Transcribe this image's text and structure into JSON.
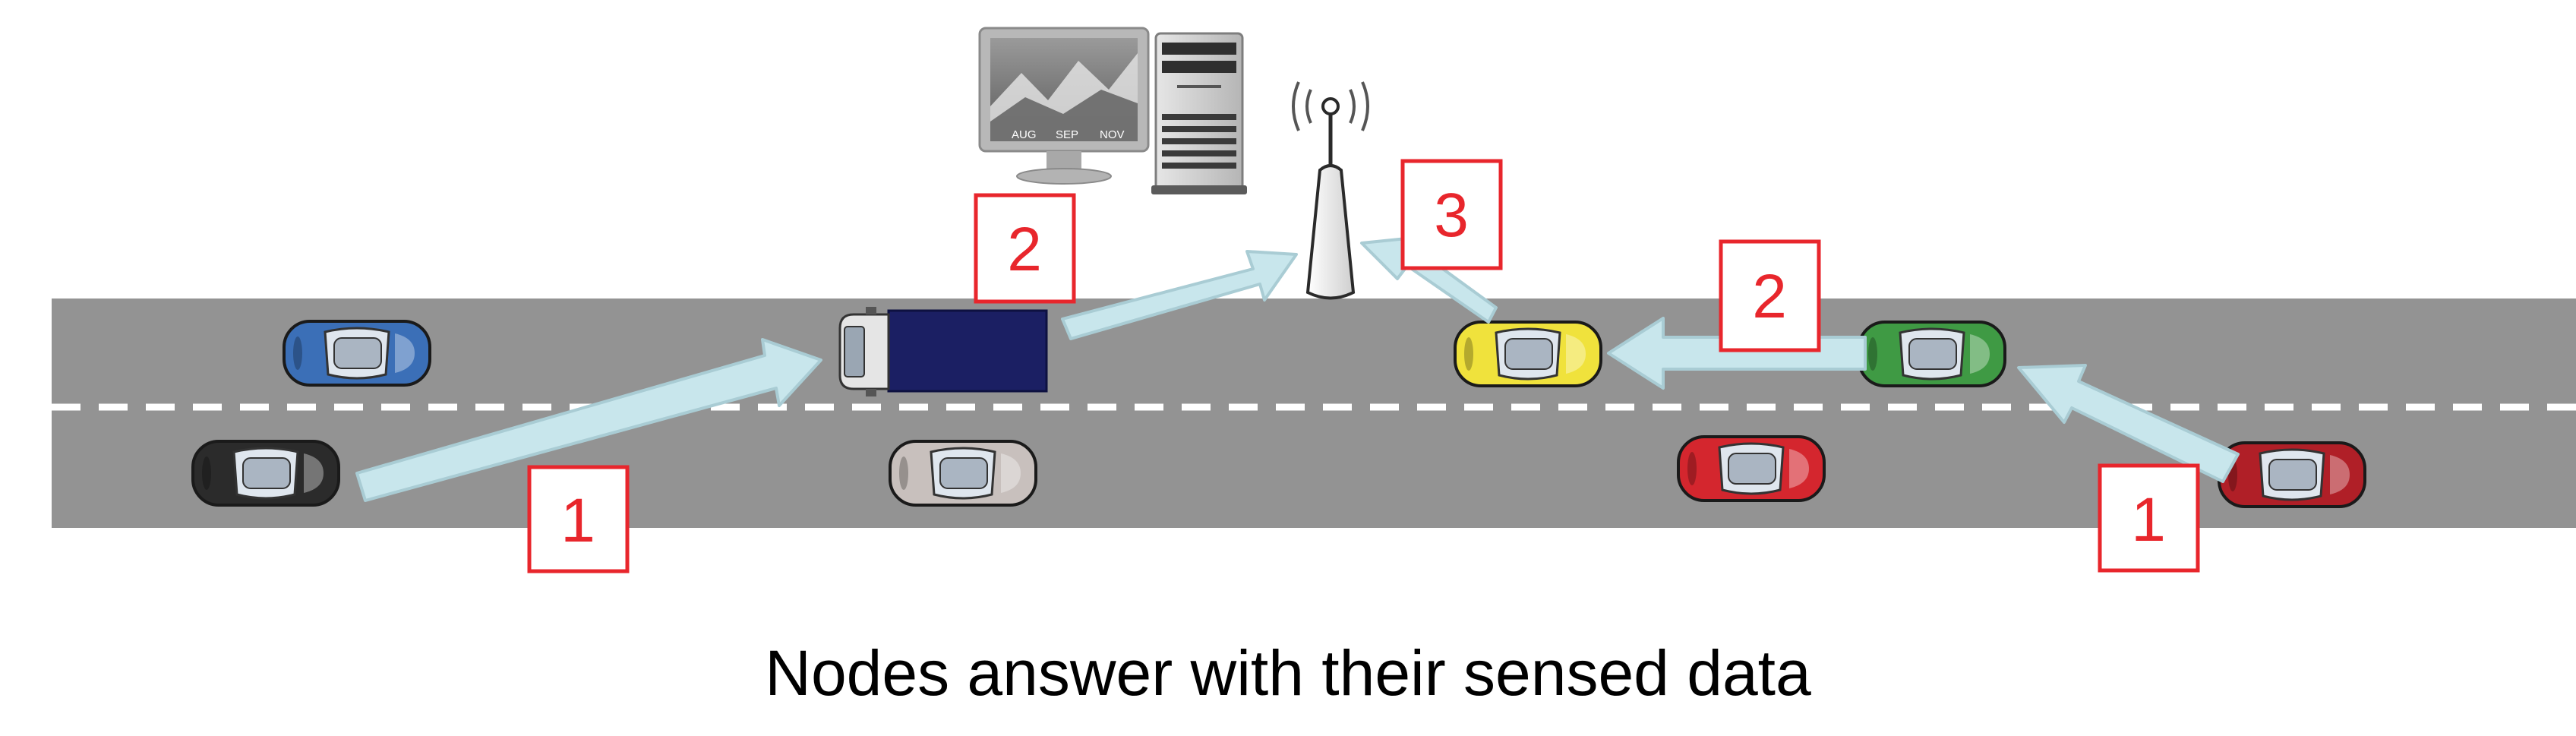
{
  "caption": "Nodes answer with their sensed data",
  "step_labels": {
    "left_truck_hop": "1",
    "truck_to_ap": "2",
    "yellow_to_ap": "3",
    "green_to_yellow": "2",
    "right_red_hop": "1"
  },
  "monitor_axis_labels": [
    "AUG",
    "SEP",
    "NOV"
  ],
  "colors": {
    "road": "#939393",
    "lane_marking": "#ffffff",
    "arrow_fill": "#c8e6ec",
    "arrow_stroke": "#a9ccd4",
    "label_border": "#e8262c",
    "label_text": "#e8262c",
    "car_blue": "#3b6fb7",
    "car_black": "#2b2b2b",
    "truck_cargo": "#1b1f63",
    "car_silver": "#c8c0bd",
    "car_yellow": "#f0e23c",
    "car_green": "#3f9a44",
    "car_red": "#d4262e",
    "car_dark_red": "#b01f27"
  },
  "icons": [
    "monitor-icon",
    "server-tower-icon",
    "access-point-antenna-icon"
  ],
  "vehicles": [
    {
      "name": "blue-car",
      "color": "car_blue",
      "lane": "upper"
    },
    {
      "name": "black-car",
      "color": "car_black",
      "lane": "lower"
    },
    {
      "name": "truck",
      "color": "truck_cargo",
      "lane": "upper"
    },
    {
      "name": "silver-car",
      "color": "car_silver",
      "lane": "lower"
    },
    {
      "name": "yellow-car",
      "color": "car_yellow",
      "lane": "upper"
    },
    {
      "name": "green-car",
      "color": "car_green",
      "lane": "upper"
    },
    {
      "name": "red-car",
      "color": "car_red",
      "lane": "lower"
    },
    {
      "name": "dark-red-car",
      "color": "car_dark_red",
      "lane": "lower"
    }
  ]
}
